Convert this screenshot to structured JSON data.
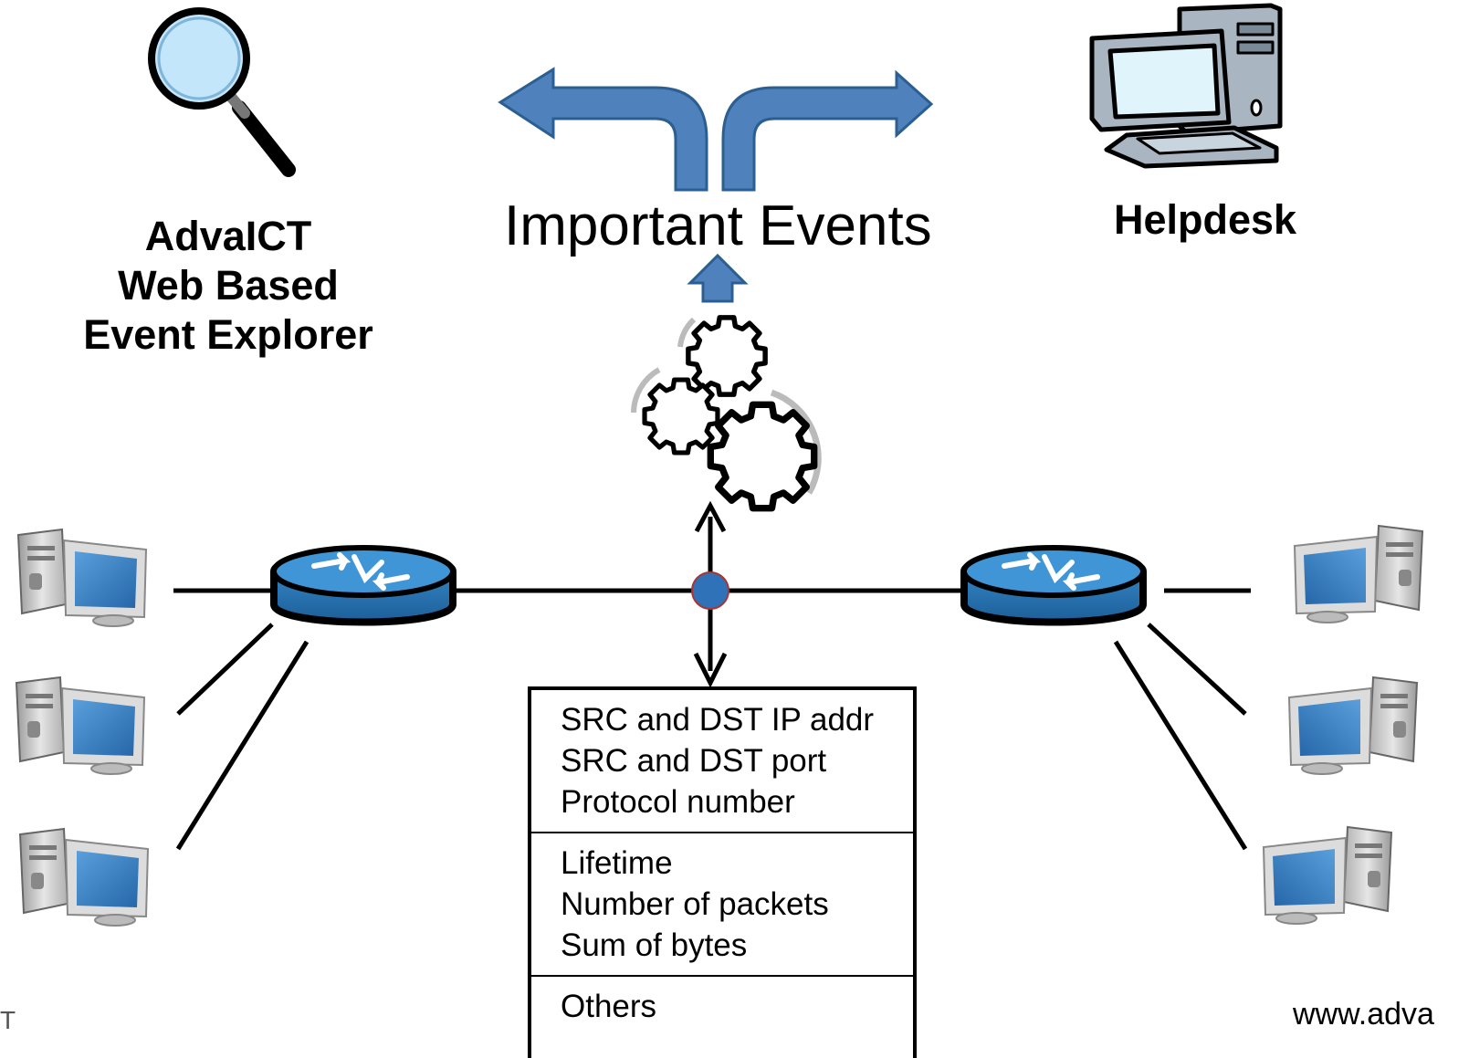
{
  "labels": {
    "explorer": [
      "AdvaICT",
      "Web Based",
      "Event Explorer"
    ],
    "helpdesk": "Helpdesk",
    "events": "Important Events"
  },
  "flow_fields": [
    [
      "SRC and DST IP addr",
      "SRC and DST port",
      "Protocol number"
    ],
    [
      "Lifetime",
      "Number of packets",
      "Sum of bytes"
    ],
    [
      "Others"
    ]
  ],
  "footer": {
    "url": "www.adva",
    "mark": "T"
  },
  "icons": {
    "explorer": "magnifier-icon",
    "helpdesk": "desktop-computer-icon",
    "events": "split-arrow-icon",
    "processing": "gears-icon",
    "router": "router-icon",
    "host": "workstation-icon",
    "tap": "tap-point-icon"
  },
  "colors": {
    "arrow_blue": "#4f81bd",
    "arrow_outline": "#2c5f91",
    "router_blue": "#2e7ec0",
    "screen_blue": "#2f72b8",
    "lens_blue": "#c3e6fb",
    "line": "#000000"
  }
}
